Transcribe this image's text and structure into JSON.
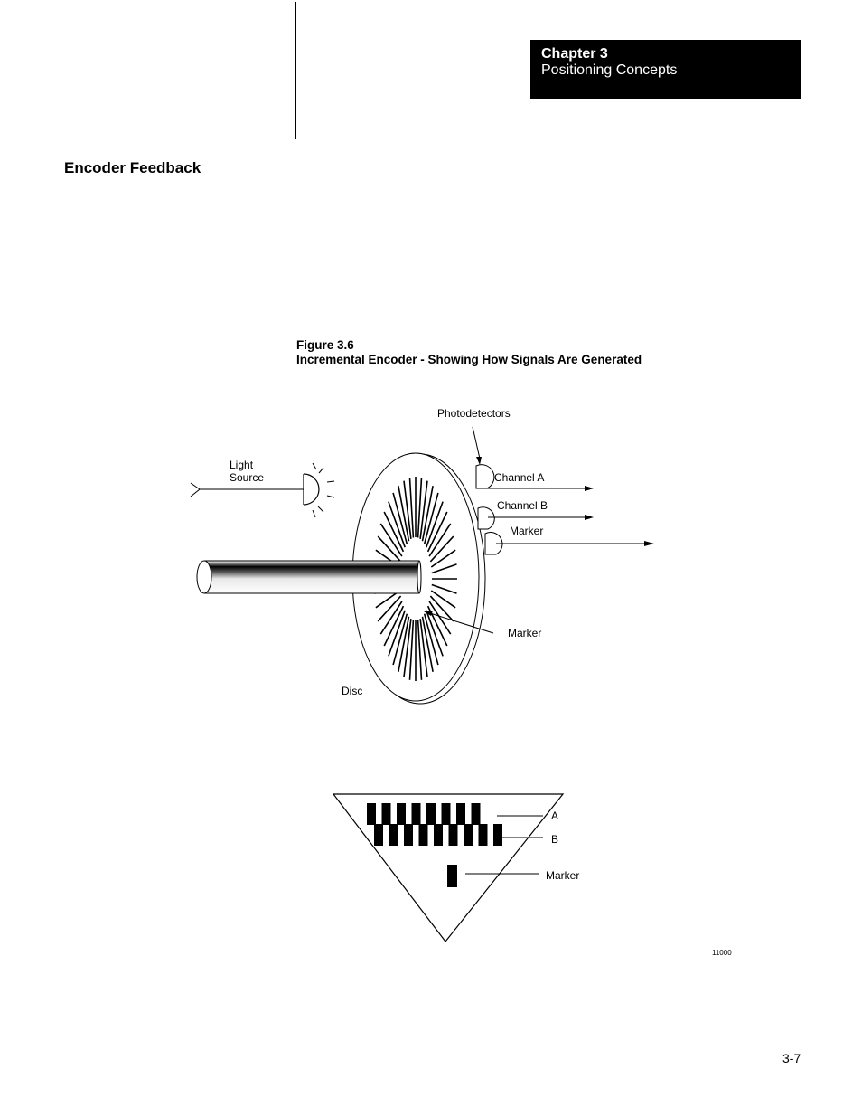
{
  "header": {
    "chapter_number": "Chapter 3",
    "chapter_title": "Positioning Concepts"
  },
  "section": {
    "heading": "Encoder Feedback"
  },
  "figure": {
    "number": "Figure 3.6",
    "caption": "Incremental Encoder - Showing How Signals Are Generated",
    "labels": {
      "photodetectors": "Photodetectors",
      "light": "Light",
      "source": "Source",
      "channel_a": "Channel A",
      "channel_b": "Channel B",
      "marker_top": "Marker",
      "marker_disc": "Marker",
      "disc": "Disc",
      "a": "A",
      "b": "B",
      "marker_bottom": "Marker"
    },
    "id": "11000"
  },
  "footer": {
    "page_number": "3-7"
  }
}
